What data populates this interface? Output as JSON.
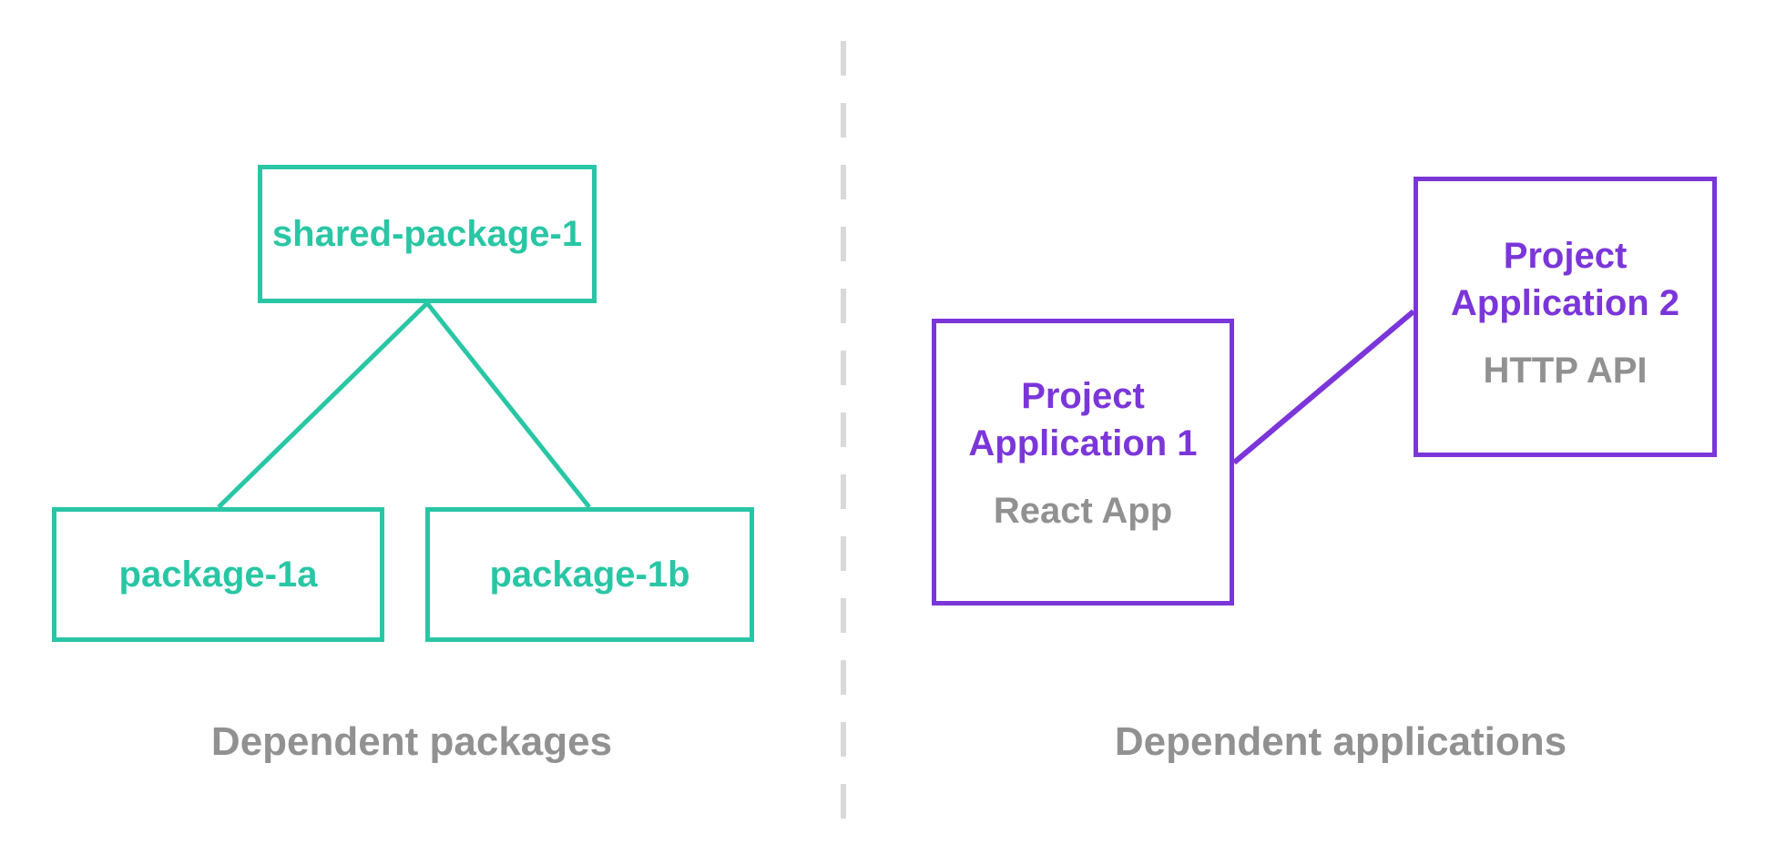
{
  "diagram": {
    "left_section": {
      "caption": "Dependent packages",
      "accent_color": "#29c6a5",
      "nodes": {
        "shared": {
          "label": "shared-package-1"
        },
        "pkg1a": {
          "label": "package-1a"
        },
        "pkg1b": {
          "label": "package-1b"
        }
      },
      "edges": [
        {
          "from": "shared-package-1",
          "to": "package-1a"
        },
        {
          "from": "shared-package-1",
          "to": "package-1b"
        }
      ]
    },
    "right_section": {
      "caption": "Dependent applications",
      "accent_color": "#7b36d9",
      "subtitle_color": "#919191",
      "nodes": {
        "app1": {
          "title_lines": [
            "Project",
            "Application 1"
          ],
          "subtitle": "React App"
        },
        "app2": {
          "title_lines": [
            "Project",
            "Application 2"
          ],
          "subtitle": "HTTP API"
        }
      },
      "edges": [
        {
          "from": "Project Application 1",
          "to": "Project Application 2"
        }
      ]
    },
    "divider_color": "#d9d9d9"
  }
}
